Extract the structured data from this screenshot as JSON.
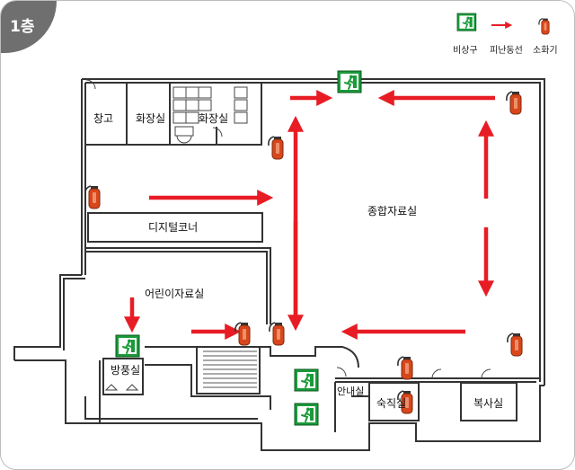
{
  "floor": {
    "label": "1층"
  },
  "legend": {
    "exit": "비상구",
    "route": "피난동선",
    "extinguisher": "소화기"
  },
  "rooms": {
    "storage": "창고",
    "restroom_1": "화장실",
    "restroom_2": "화장실",
    "digital_corner": "디지털코너",
    "children_room": "어린이자료실",
    "main_room": "종합자료실",
    "fire_room": "방풍실",
    "info": "안내실",
    "night_duty": "숙직실",
    "copy_room": "복사실"
  },
  "colors": {
    "route": "#e81c24",
    "exit_green": "#1a9a3a",
    "wall": "#333333",
    "extinguisher": "#d8461b",
    "badge": "#6f6f6f"
  },
  "icons": {
    "exit": "emergency-exit-icon",
    "route": "arrow-right-icon",
    "extinguisher": "fire-extinguisher-icon"
  }
}
